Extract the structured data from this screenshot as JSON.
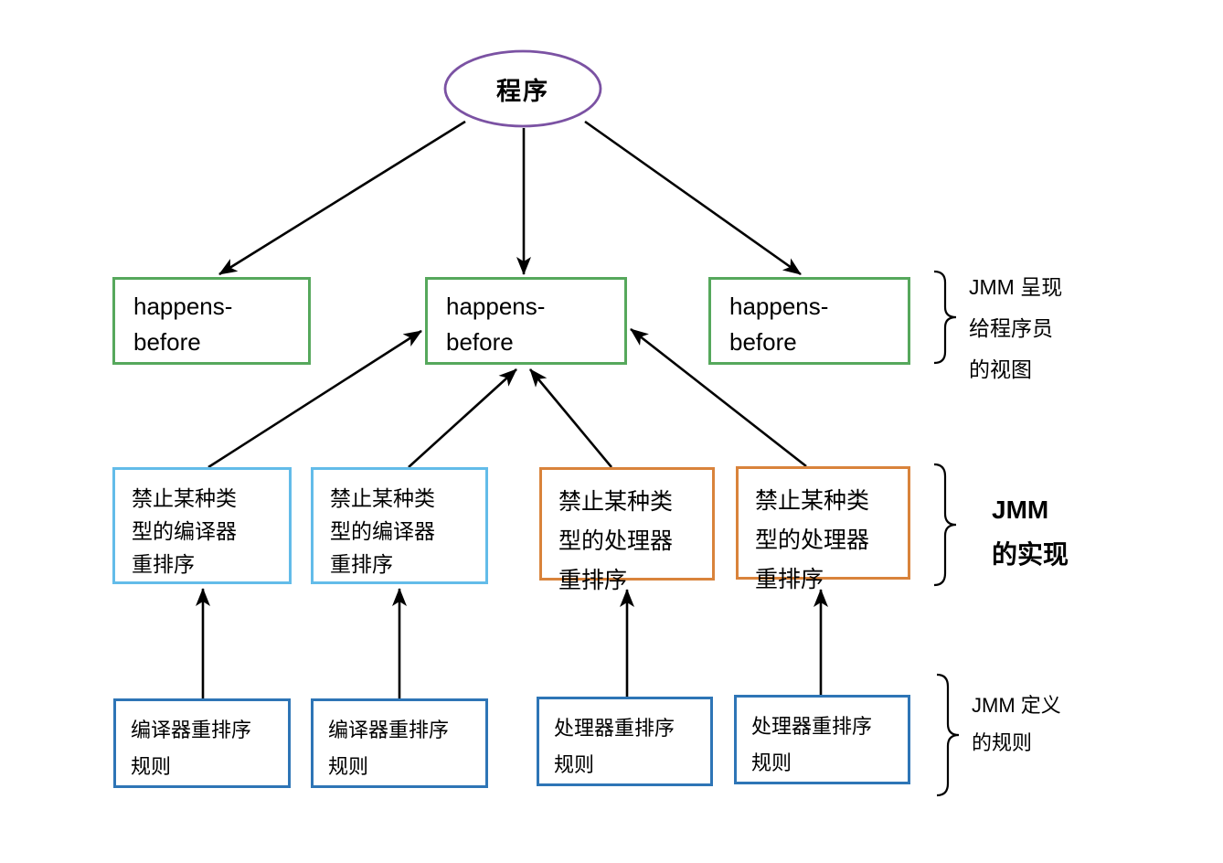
{
  "root": {
    "label": "程序"
  },
  "happens_before": {
    "label": "happens-\nbefore"
  },
  "compiler_reordering": {
    "label": "禁止某种类\n型的编译器\n重排序"
  },
  "processor_reordering": {
    "label": "禁止某种类\n型的处理器\n重排序"
  },
  "compiler_rules": {
    "label": "编译器重排序\n规则"
  },
  "processor_rules": {
    "label": "处理器重排序\n规则"
  },
  "annotations": {
    "view": "JMM 呈现\n给程序员\n的视图",
    "implementation": "JMM\n的实现",
    "rules": "JMM 定义\n的规则"
  },
  "colors": {
    "program_ellipse": "#7B52A3",
    "happens_before_border": "#56A85C",
    "compiler_reordering_border": "#63BCE9",
    "processor_reordering_border": "#D9833B",
    "rules_border": "#2E75B6",
    "arrow": "#000000"
  }
}
